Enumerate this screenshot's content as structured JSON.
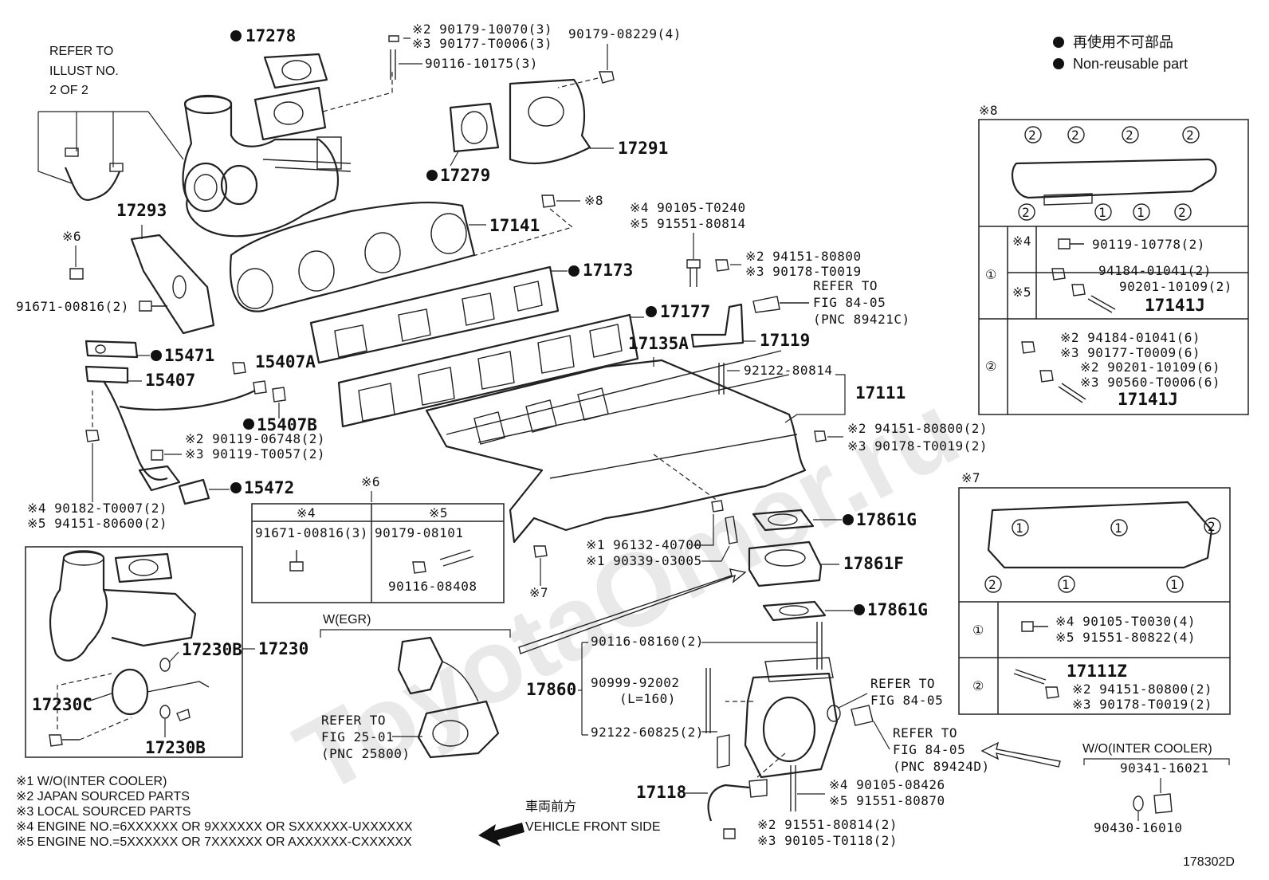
{
  "watermark": "ToyotaOmer.ru",
  "figure_id": "178302D",
  "legend": {
    "jp": "再使用不可部品",
    "en": "Non-reusable part"
  },
  "refer_top": [
    "REFER TO",
    "ILLUST NO.",
    "2 OF 2"
  ],
  "parts": {
    "p17278": "17278",
    "p17279": "17279",
    "p17291": "17291",
    "p17293": "17293",
    "p17141": "17141",
    "p17173": "17173",
    "p17177": "17177",
    "p17135A": "17135A",
    "p17119": "17119",
    "p17111": "17111",
    "p15471": "15471",
    "p15407": "15407",
    "p15407A": "15407A",
    "p15407B": "15407B",
    "p15472": "15472",
    "p17861G_a": "17861G",
    "p17861F": "17861F",
    "p17861G_b": "17861G",
    "p17230": "17230",
    "p17230B_a": "17230B",
    "p17230B_b": "17230B",
    "p17230C": "17230C",
    "p17860": "17860",
    "p17118": "17118"
  },
  "labels": {
    "t1a": "※2 90179-10070(3)",
    "t1b": "※3 90177-T0006(3)",
    "t2": "90116-10175(3)",
    "t3": "90179-08229(4)",
    "t4": "※8",
    "t5": "※6",
    "t6": "91671-00816(2)",
    "t7a": "※4 90105-T0240",
    "t7b": "※5 91551-80814",
    "t8a": "※2 94151-80800",
    "t8b": "※3 90178-T0019",
    "t9a": "REFER TO",
    "t9b": "FIG 84-05",
    "t9c": "(PNC 89421C)",
    "t10": "92122-80814",
    "t11a": "※2 94151-80800(2)",
    "t11b": "※3 90178-T0019(2)",
    "t12a": "※2 90119-06748(2)",
    "t12b": "※3 90119-T0057(2)",
    "t13a": "※4 90182-T0007(2)",
    "t13b": "※5 94151-80600(2)",
    "t14a": "※1 96132-40700",
    "t14b": "※1 90339-03005",
    "t15": "※7",
    "t16": "※6",
    "weg": "W(EGR)",
    "r25a": "REFER TO",
    "r25b": "FIG 25-01",
    "r25c": "(PNC 25800)",
    "t17": "90116-08160(2)",
    "t18a": "90999-92002",
    "t18b": "(L=160)",
    "t19": "92122-60825(2)",
    "r84a": "REFER TO",
    "r84b": "FIG 84-05",
    "r84c": "REFER TO",
    "r84d": "FIG 84-05",
    "r84e": "(PNC 89424D)",
    "t20a": "※4 90105-08426",
    "t20b": "※5 91551-80870",
    "t21a": "※2 91551-80814(2)",
    "t21b": "※3 90105-T0118(2)",
    "front_jp": "車両前方",
    "front_en": "VEHICLE FRONT SIDE",
    "woic_title": "W/O(INTER COOLER)",
    "woic_a": "90341-16021",
    "woic_b": "90430-16010"
  },
  "table6": {
    "h1": "※4",
    "h2": "※5",
    "c1": "91671-00816(3)",
    "c2a": "90179-08101",
    "c2b": "90116-08408"
  },
  "box8": {
    "tag": "※8",
    "row1_mark": "①",
    "row1a_tag": "※4",
    "row1a": "90119-10778(2)",
    "row1b_tag": "※5",
    "row1b1": "94184-01041(2)",
    "row1b2": "90201-10109(2)",
    "row1b3": "17141J",
    "row2_mark": "②",
    "row2a": "※2 94184-01041(6)",
    "row2b": "※3 90177-T0009(6)",
    "row2c": "※2 90201-10109(6)",
    "row2d": "※3 90560-T0006(6)",
    "row2e": "17141J"
  },
  "box7": {
    "tag": "※7",
    "row1_mark": "①",
    "row1a": "※4 90105-T0030(4)",
    "row1b": "※5 91551-80822(4)",
    "row2_mark": "②",
    "row2a": "17111Z",
    "row2b": "※2 94151-80800(2)",
    "row2c": "※3 90178-T0019(2)"
  },
  "footnotes": [
    "※1 W/O(INTER COOLER)",
    "※2 JAPAN SOURCED PARTS",
    "※3 LOCAL SOURCED PARTS",
    "※4 ENGINE NO.=6XXXXXX OR 9XXXXXX OR SXXXXXX-UXXXXXX",
    "※5 ENGINE NO.=5XXXXXX OR 7XXXXXX OR AXXXXXX-CXXXXXX"
  ]
}
